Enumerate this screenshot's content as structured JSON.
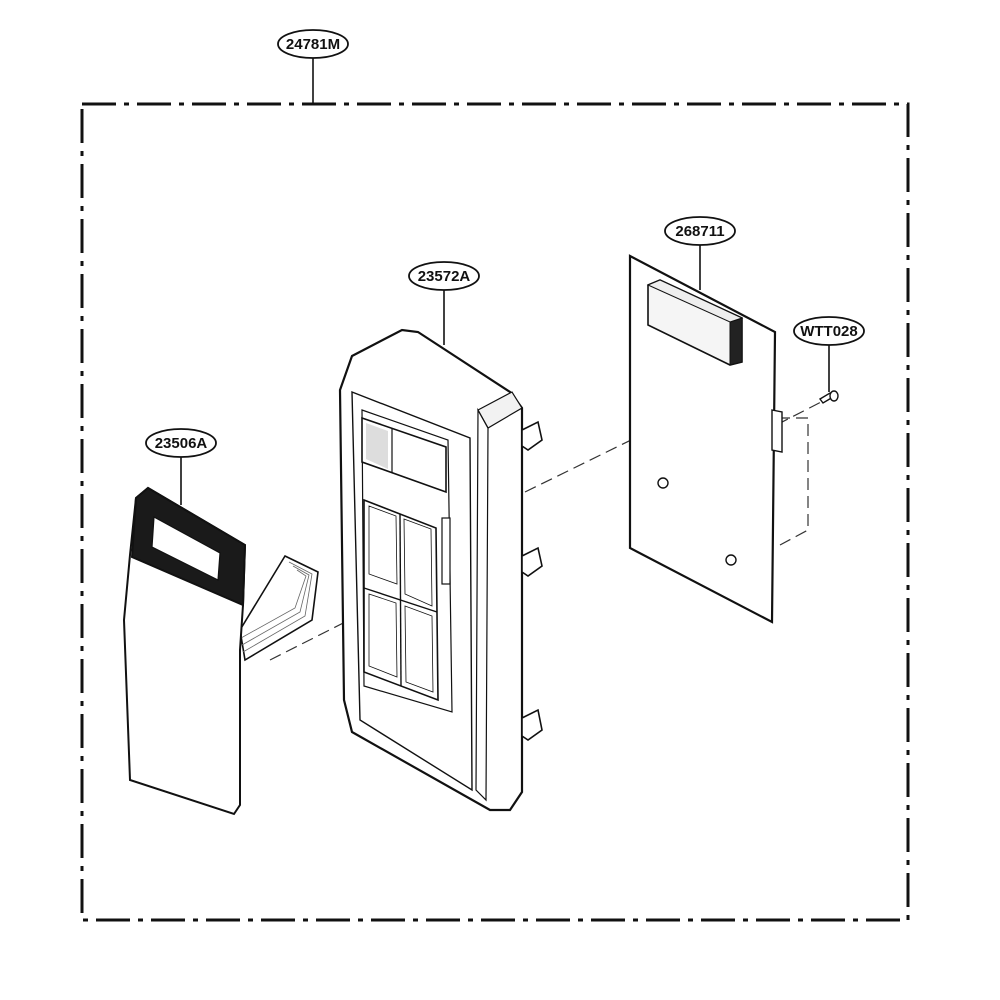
{
  "diagram": {
    "type": "exploded-parts-view",
    "colors": {
      "line": "#111111",
      "fill": "#ffffff",
      "shade": "#eeeeee",
      "dark": "#1a1a1a"
    },
    "callouts": {
      "assembly": "24781M",
      "keypad_membrane": "23506A",
      "control_panel": "23572A",
      "pcb": "268711",
      "screw": "WTT028"
    }
  }
}
